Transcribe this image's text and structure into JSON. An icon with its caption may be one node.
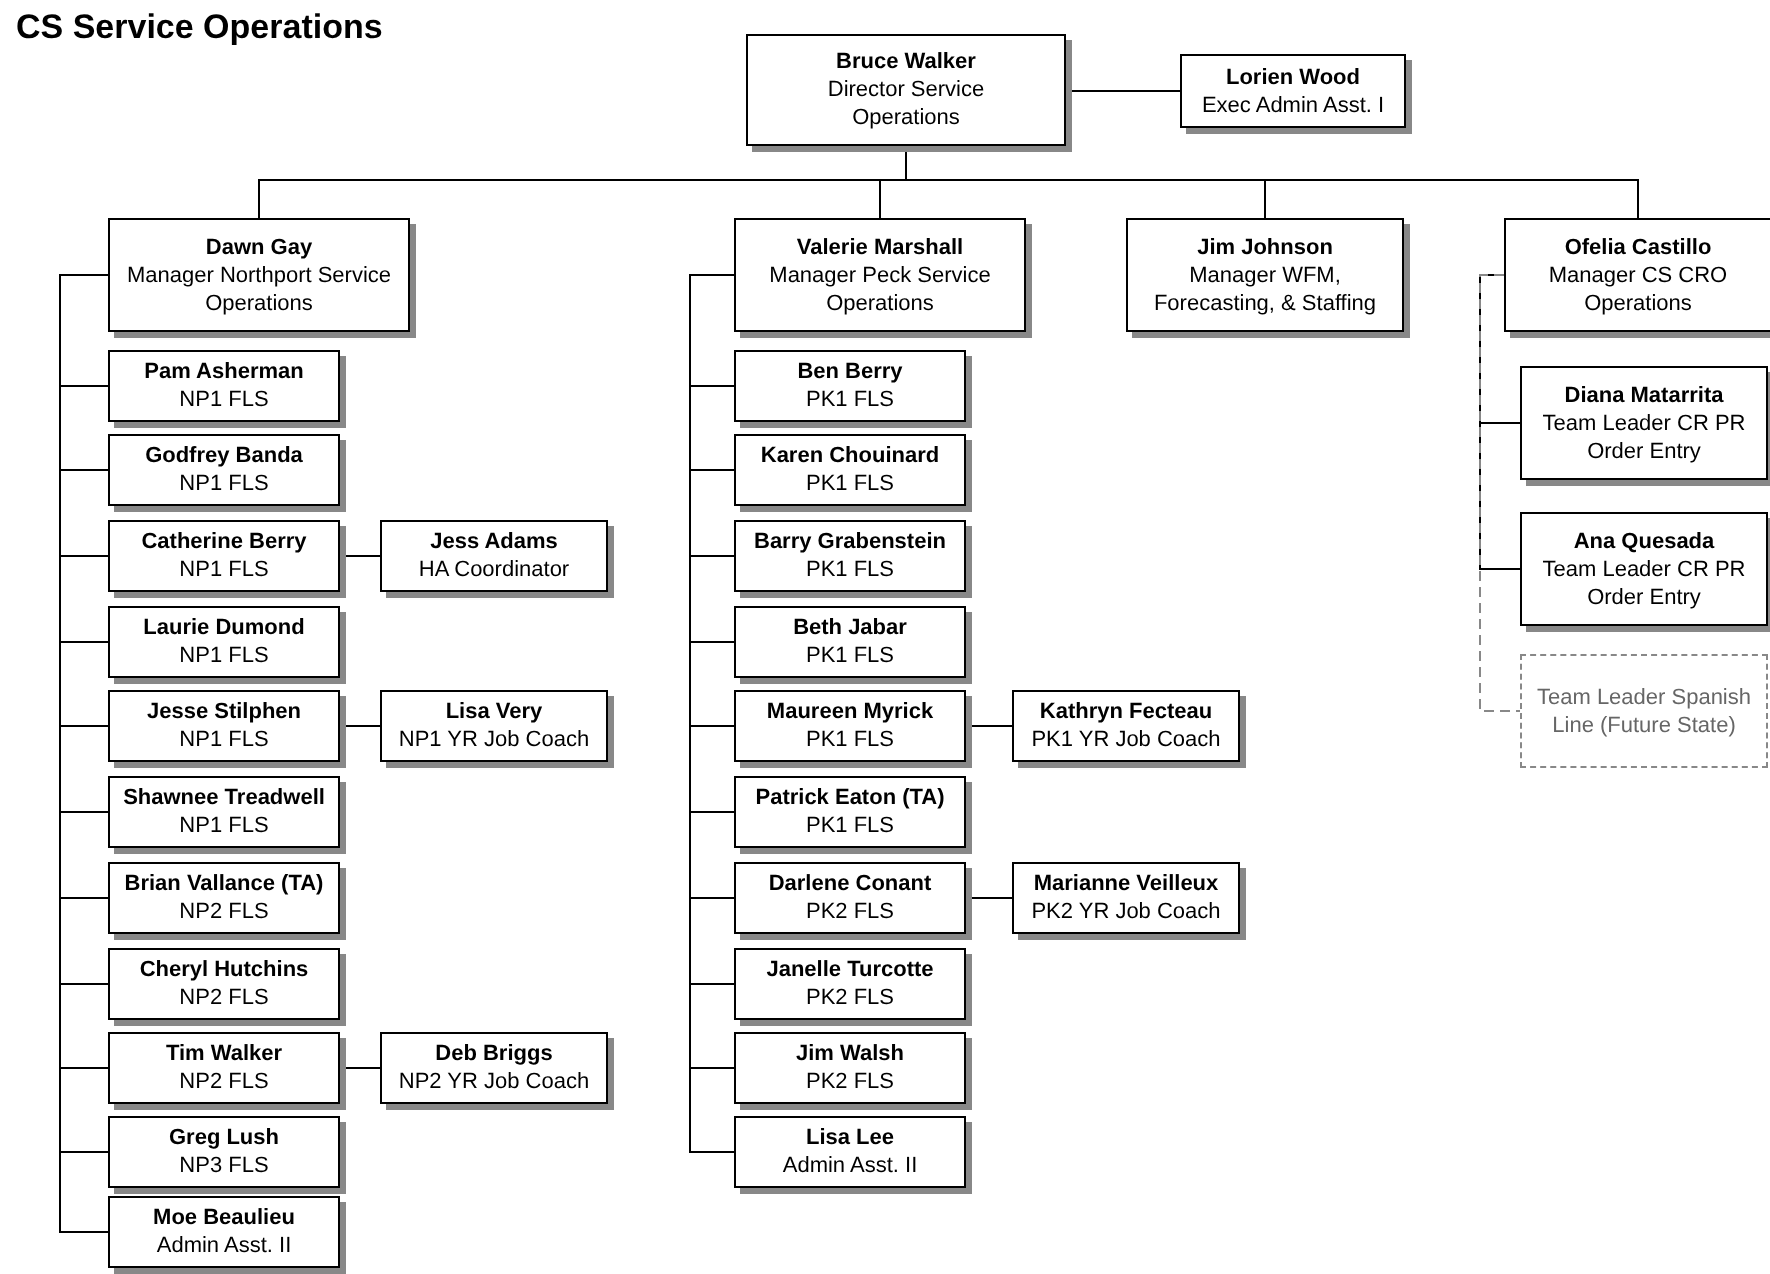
{
  "diagram": {
    "title": "CS Service Operations",
    "nodes": [
      {
        "text": [
          "Bruce Walker",
          "Director Service Operations"
        ]
      },
      {
        "text": [
          "Lorien Wood",
          "Exec Admin Asst. I"
        ]
      },
      {
        "text": [
          "Dawn Gay",
          "Manager Northport Service Operations"
        ]
      },
      {
        "text": [
          "Valerie Marshall",
          "Manager Peck Service Operations"
        ]
      },
      {
        "text": [
          "Jim Johnson",
          "Manager WFM, Forecasting, & Staffing"
        ]
      },
      {
        "text": [
          "Ofelia Castillo",
          "Manager CS CRO Operations"
        ]
      },
      {
        "text": [
          "Pam Asherman",
          "NP1 FLS"
        ]
      },
      {
        "text": [
          "Godfrey Banda",
          "NP1 FLS"
        ]
      },
      {
        "text": [
          "Catherine Berry",
          "NP1 FLS"
        ]
      },
      {
        "text": [
          "Jess Adams",
          "HA Coordinator"
        ]
      },
      {
        "text": [
          "Laurie Dumond",
          "NP1 FLS"
        ]
      },
      {
        "text": [
          "Jesse Stilphen",
          "NP1 FLS"
        ]
      },
      {
        "text": [
          "Lisa Very",
          "NP1 YR Job Coach"
        ]
      },
      {
        "text": [
          "Shawnee Treadwell",
          "NP1 FLS"
        ]
      },
      {
        "text": [
          "Brian Vallance (TA)",
          "NP2 FLS"
        ]
      },
      {
        "text": [
          "Cheryl Hutchins",
          "NP2 FLS"
        ]
      },
      {
        "text": [
          "Tim Walker",
          "NP2 FLS"
        ]
      },
      {
        "text": [
          "Deb Briggs",
          "NP2 YR Job Coach"
        ]
      },
      {
        "text": [
          "Greg Lush",
          "NP3 FLS"
        ]
      },
      {
        "text": [
          "Moe Beaulieu",
          "Admin Asst. II"
        ]
      },
      {
        "text": [
          "Ben Berry",
          "PK1 FLS"
        ]
      },
      {
        "text": [
          "Karen Chouinard",
          "PK1 FLS"
        ]
      },
      {
        "text": [
          "Barry Grabenstein",
          "PK1 FLS"
        ]
      },
      {
        "text": [
          "Beth Jabar",
          "PK1 FLS"
        ]
      },
      {
        "text": [
          "Maureen Myrick",
          "PK1 FLS"
        ]
      },
      {
        "text": [
          "Kathryn Fecteau",
          "PK1 YR Job Coach"
        ]
      },
      {
        "text": [
          "Patrick Eaton (TA)",
          "PK1 FLS"
        ]
      },
      {
        "text": [
          "Darlene Conant",
          "PK2 FLS"
        ]
      },
      {
        "text": [
          "Marianne Veilleux",
          "PK2 YR Job Coach"
        ]
      },
      {
        "text": [
          "Janelle Turcotte",
          "PK2 FLS"
        ]
      },
      {
        "text": [
          "Jim Walsh",
          "PK2 FLS"
        ]
      },
      {
        "text": [
          "Lisa Lee",
          "Admin Asst. II"
        ]
      },
      {
        "text": [
          "Diana Matarrita",
          "Team Leader CR PR Order Entry"
        ]
      },
      {
        "text": [
          "Ana Quesada",
          "Team Leader CR PR Order Entry"
        ]
      },
      {
        "text": [
          "Team Leader Spanish Line (Future State)"
        ]
      }
    ],
    "edges": [
      {
        "from": 0,
        "to": 1,
        "arrow": "none"
      },
      {
        "from": 0,
        "to": 2,
        "arrow": "none"
      },
      {
        "from": 0,
        "to": 3,
        "arrow": "none"
      },
      {
        "from": 0,
        "to": 4,
        "arrow": "none"
      },
      {
        "from": 0,
        "to": 5,
        "arrow": "none"
      },
      {
        "from": 2,
        "to": 6,
        "arrow": "none"
      },
      {
        "from": 2,
        "to": 7,
        "arrow": "none"
      },
      {
        "from": 2,
        "to": 8,
        "arrow": "none"
      },
      {
        "from": 8,
        "to": 9,
        "arrow": "none"
      },
      {
        "from": 2,
        "to": 10,
        "arrow": "none"
      },
      {
        "from": 2,
        "to": 11,
        "arrow": "none"
      },
      {
        "from": 11,
        "to": 12,
        "arrow": "none"
      },
      {
        "from": 2,
        "to": 13,
        "arrow": "none"
      },
      {
        "from": 2,
        "to": 14,
        "arrow": "none"
      },
      {
        "from": 2,
        "to": 15,
        "arrow": "none"
      },
      {
        "from": 2,
        "to": 16,
        "arrow": "none"
      },
      {
        "from": 16,
        "to": 17,
        "arrow": "none"
      },
      {
        "from": 2,
        "to": 18,
        "arrow": "none"
      },
      {
        "from": 2,
        "to": 19,
        "arrow": "none"
      },
      {
        "from": 3,
        "to": 20,
        "arrow": "none"
      },
      {
        "from": 3,
        "to": 21,
        "arrow": "none"
      },
      {
        "from": 3,
        "to": 22,
        "arrow": "none"
      },
      {
        "from": 3,
        "to": 23,
        "arrow": "none"
      },
      {
        "from": 3,
        "to": 24,
        "arrow": "none"
      },
      {
        "from": 24,
        "to": 25,
        "arrow": "none"
      },
      {
        "from": 3,
        "to": 26,
        "arrow": "none"
      },
      {
        "from": 3,
        "to": 27,
        "arrow": "none"
      },
      {
        "from": 27,
        "to": 28,
        "arrow": "none"
      },
      {
        "from": 3,
        "to": 29,
        "arrow": "none"
      },
      {
        "from": 3,
        "to": 30,
        "arrow": "none"
      },
      {
        "from": 3,
        "to": 31,
        "arrow": "none"
      },
      {
        "from": 5,
        "to": 32,
        "arrow": "none"
      },
      {
        "from": 5,
        "to": 33,
        "arrow": "none"
      },
      {
        "from": 5,
        "to": 34,
        "arrow": "none",
        "style": "dashed",
        "color": "#888888"
      }
    ]
  }
}
